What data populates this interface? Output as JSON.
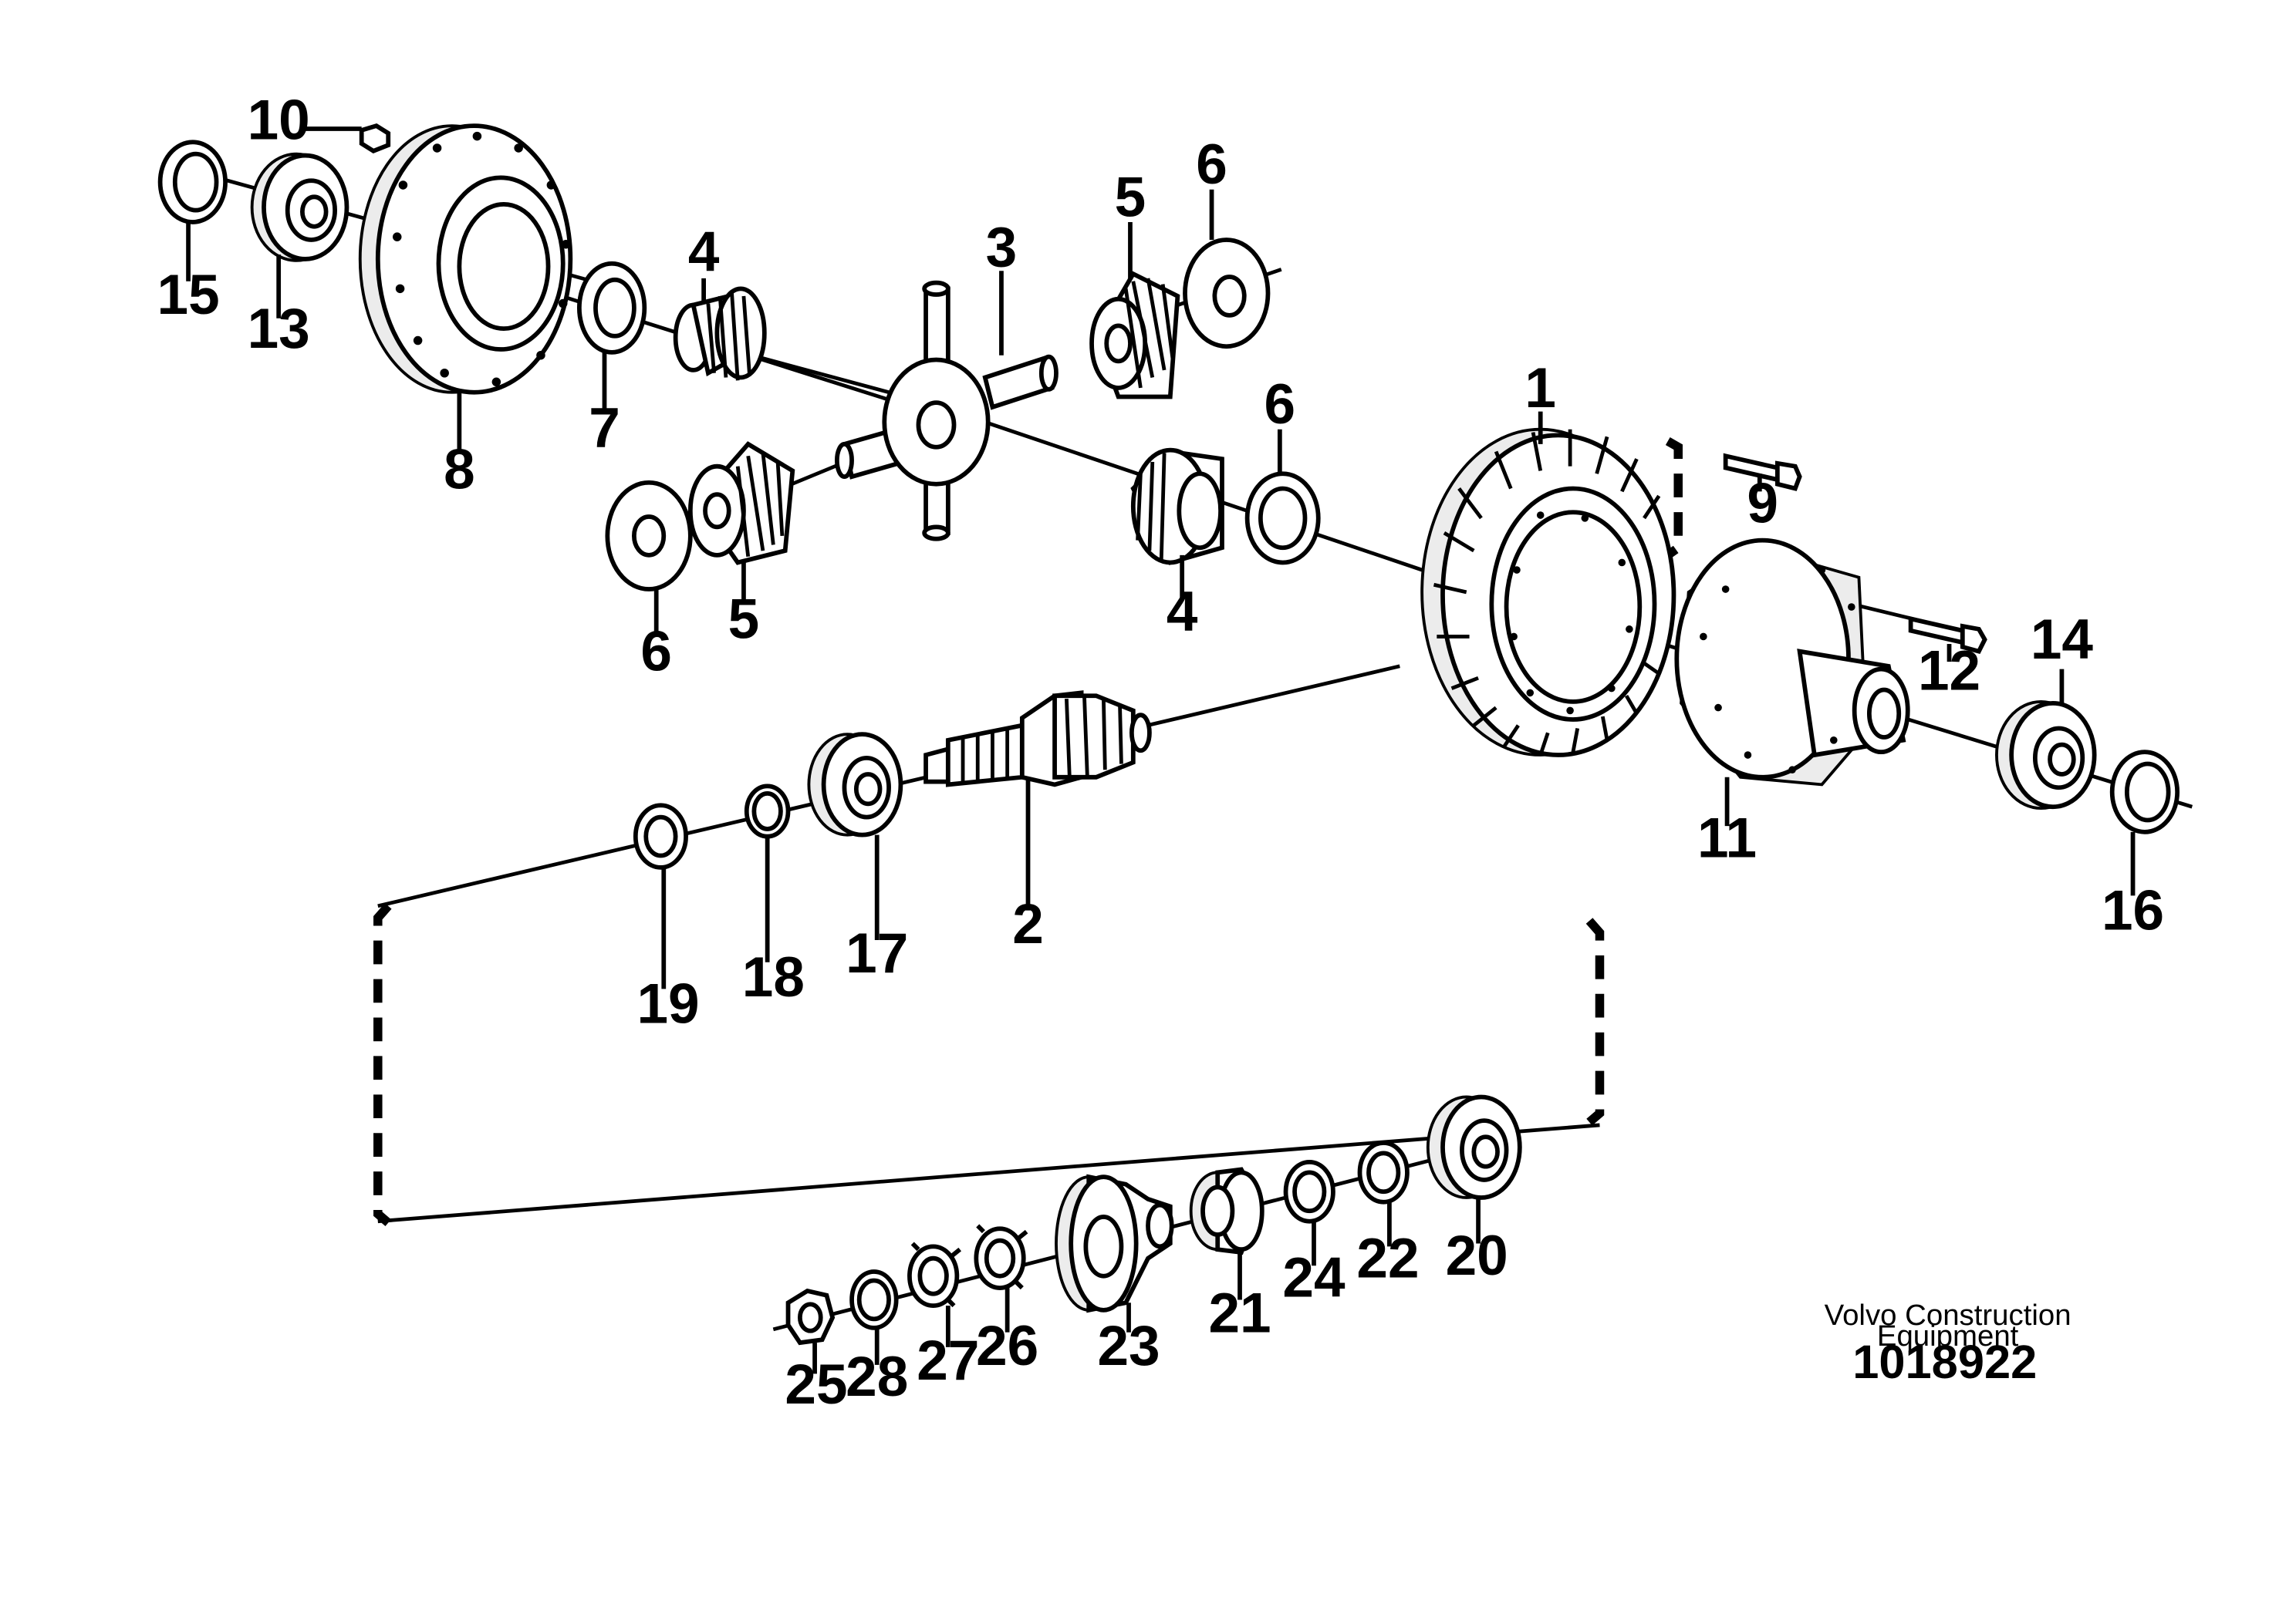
{
  "labels": {
    "p1": "1",
    "p2": "2",
    "p3": "3",
    "p4a": "4",
    "p4b": "4",
    "p5a": "5",
    "p5b": "5",
    "p6a": "6",
    "p6b": "6",
    "p6c": "6",
    "p7": "7",
    "p8": "8",
    "p9": "9",
    "p10": "10",
    "p11": "11",
    "p12": "12",
    "p13": "13",
    "p14": "14",
    "p15": "15",
    "p16": "16",
    "p17": "17",
    "p18": "18",
    "p19": "19",
    "p20": "20",
    "p21": "21",
    "p22": "22",
    "p23": "23",
    "p24": "24",
    "p25": "25",
    "p26": "26",
    "p27": "27",
    "p28": "28"
  },
  "maker": {
    "line1": "Volvo Construction",
    "line2": "Equipment"
  },
  "doc_number": "1018922"
}
